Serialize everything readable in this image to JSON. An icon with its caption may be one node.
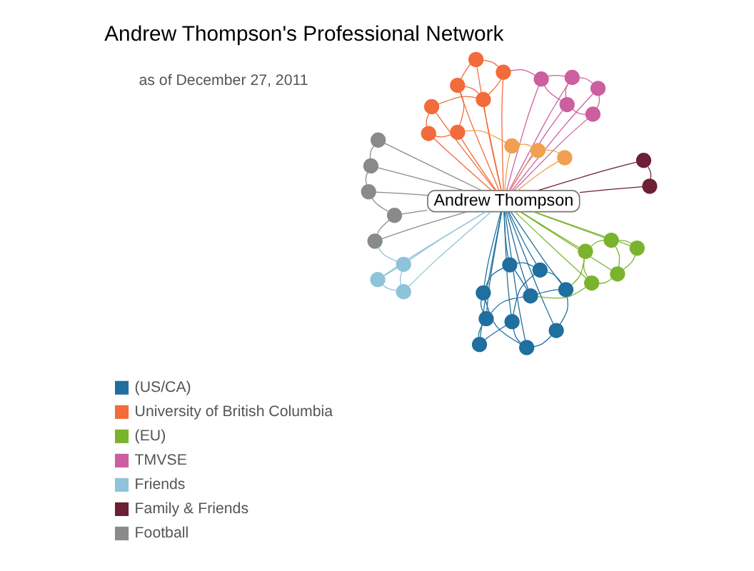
{
  "diagram": {
    "title": "Andrew Thompson's Professional Network",
    "nodes": [
      {
        "text": [
          "Andrew Thompson"
        ]
      },
      {
        "text": [],
        "shape": "circle"
      },
      {
        "text": [],
        "shape": "circle"
      },
      {
        "text": [],
        "shape": "circle"
      },
      {
        "text": [],
        "shape": "circle"
      },
      {
        "text": [],
        "shape": "circle"
      },
      {
        "text": [],
        "shape": "circle"
      },
      {
        "text": [],
        "shape": "circle"
      },
      {
        "text": [],
        "shape": "circle"
      },
      {
        "text": [],
        "shape": "circle"
      },
      {
        "text": [],
        "shape": "circle"
      },
      {
        "text": [],
        "shape": "circle"
      },
      {
        "text": [],
        "shape": "circle"
      },
      {
        "text": [],
        "shape": "circle"
      },
      {
        "text": [],
        "shape": "circle"
      },
      {
        "text": [],
        "shape": "circle"
      },
      {
        "text": [],
        "shape": "circle"
      },
      {
        "text": [],
        "shape": "circle"
      },
      {
        "text": [],
        "shape": "circle"
      },
      {
        "text": [],
        "shape": "circle"
      },
      {
        "text": [],
        "shape": "circle"
      },
      {
        "text": [],
        "shape": "circle"
      },
      {
        "text": [],
        "shape": "circle"
      },
      {
        "text": [],
        "shape": "circle"
      },
      {
        "text": [],
        "shape": "circle"
      },
      {
        "text": [],
        "shape": "circle"
      },
      {
        "text": [],
        "shape": "circle"
      },
      {
        "text": [],
        "shape": "circle"
      },
      {
        "text": [],
        "shape": "circle"
      },
      {
        "text": [],
        "shape": "circle"
      },
      {
        "text": [],
        "shape": "circle"
      },
      {
        "text": [],
        "shape": "circle"
      },
      {
        "text": [],
        "shape": "circle"
      },
      {
        "text": [],
        "shape": "circle"
      },
      {
        "text": [],
        "shape": "circle"
      },
      {
        "text": [],
        "shape": "circle"
      },
      {
        "text": [],
        "shape": "circle"
      },
      {
        "text": [],
        "shape": "circle"
      },
      {
        "text": [],
        "shape": "circle"
      },
      {
        "text": [],
        "shape": "circle"
      },
      {
        "text": [],
        "shape": "circle"
      }
    ],
    "edges": [
      {
        "from": 0,
        "to": 1,
        "arrow": "none"
      },
      {
        "from": 0,
        "to": 2,
        "arrow": "none"
      },
      {
        "from": 0,
        "to": 3,
        "arrow": "none"
      },
      {
        "from": 0,
        "to": 4,
        "arrow": "none"
      },
      {
        "from": 0,
        "to": 5,
        "arrow": "none"
      },
      {
        "from": 0,
        "to": 6,
        "arrow": "none"
      },
      {
        "from": 0,
        "to": 7,
        "arrow": "none"
      },
      {
        "from": 0,
        "to": 8,
        "arrow": "none"
      },
      {
        "from": 0,
        "to": 9,
        "arrow": "none"
      },
      {
        "from": 0,
        "to": 10,
        "arrow": "none"
      },
      {
        "from": 0,
        "to": 11,
        "arrow": "none",
        "color": "#7ab32e"
      },
      {
        "from": 0,
        "to": 12,
        "arrow": "none",
        "color": "#7ab32e"
      },
      {
        "from": 0,
        "to": 13,
        "arrow": "none",
        "color": "#7ab32e"
      },
      {
        "from": 0,
        "to": 14,
        "arrow": "none",
        "color": "#7ab32e"
      },
      {
        "from": 0,
        "to": 15,
        "arrow": "none",
        "color": "#7ab32e"
      },
      {
        "from": 0,
        "to": 16,
        "arrow": "none",
        "color": "#f26b3a"
      },
      {
        "from": 0,
        "to": 17,
        "arrow": "none",
        "color": "#f26b3a"
      },
      {
        "from": 0,
        "to": 18,
        "arrow": "none",
        "color": "#f26b3a"
      },
      {
        "from": 0,
        "to": 19,
        "arrow": "none",
        "color": "#f26b3a"
      },
      {
        "from": 0,
        "to": 20,
        "arrow": "none",
        "color": "#f26b3a"
      },
      {
        "from": 0,
        "to": 21,
        "arrow": "none",
        "color": "#f26b3a"
      },
      {
        "from": 0,
        "to": 22,
        "arrow": "none",
        "color": "#f26b3a"
      },
      {
        "from": 0,
        "to": 23,
        "arrow": "none",
        "color": "#cc5f9f"
      },
      {
        "from": 0,
        "to": 24,
        "arrow": "none",
        "color": "#cc5f9f"
      },
      {
        "from": 0,
        "to": 25,
        "arrow": "none",
        "color": "#cc5f9f"
      },
      {
        "from": 0,
        "to": 26,
        "arrow": "none",
        "color": "#cc5f9f"
      },
      {
        "from": 0,
        "to": 27,
        "arrow": "none",
        "color": "#cc5f9f"
      },
      {
        "from": 0,
        "to": 28,
        "arrow": "none",
        "color": "#f0a050"
      },
      {
        "from": 0,
        "to": 29,
        "arrow": "none",
        "color": "#f0a050"
      },
      {
        "from": 0,
        "to": 30,
        "arrow": "none",
        "color": "#f0a050"
      },
      {
        "from": 0,
        "to": 31,
        "arrow": "none",
        "color": "#8fc3d9"
      },
      {
        "from": 0,
        "to": 32,
        "arrow": "none",
        "color": "#8fc3d9"
      },
      {
        "from": 0,
        "to": 33,
        "arrow": "none",
        "color": "#8fc3d9"
      },
      {
        "from": 0,
        "to": 34,
        "arrow": "none",
        "color": "#6d1f36"
      },
      {
        "from": 0,
        "to": 35,
        "arrow": "none",
        "color": "#6d1f36"
      },
      {
        "from": 0,
        "to": 36,
        "arrow": "none",
        "color": "#8a8a8a"
      },
      {
        "from": 0,
        "to": 37,
        "arrow": "none",
        "color": "#8a8a8a"
      },
      {
        "from": 0,
        "to": 38,
        "arrow": "none",
        "color": "#8a8a8a"
      },
      {
        "from": 0,
        "to": 39,
        "arrow": "none",
        "color": "#8a8a8a"
      },
      {
        "from": 0,
        "to": 40,
        "arrow": "none",
        "color": "#8a8a8a"
      },
      {
        "from": 1,
        "to": 2,
        "arrow": "none"
      },
      {
        "from": 1,
        "to": 3,
        "arrow": "none"
      },
      {
        "from": 2,
        "to": 4,
        "arrow": "none"
      },
      {
        "from": 3,
        "to": 4,
        "arrow": "none"
      },
      {
        "from": 4,
        "to": 5,
        "arrow": "none"
      },
      {
        "from": 5,
        "to": 6,
        "arrow": "none"
      },
      {
        "from": 6,
        "to": 7,
        "arrow": "none"
      },
      {
        "from": 7,
        "to": 8,
        "arrow": "none"
      },
      {
        "from": 8,
        "to": 9,
        "arrow": "none"
      },
      {
        "from": 9,
        "to": 10,
        "arrow": "none"
      },
      {
        "from": 10,
        "to": 1,
        "arrow": "none"
      },
      {
        "from": 2,
        "to": 6,
        "arrow": "none"
      },
      {
        "from": 3,
        "to": 8,
        "arrow": "none"
      },
      {
        "from": 5,
        "to": 9,
        "arrow": "none"
      },
      {
        "from": 11,
        "to": 12,
        "arrow": "none",
        "color": "#7ab32e"
      },
      {
        "from": 12,
        "to": 13,
        "arrow": "none",
        "color": "#7ab32e"
      },
      {
        "from": 13,
        "to": 14,
        "arrow": "none",
        "color": "#7ab32e"
      },
      {
        "from": 14,
        "to": 15,
        "arrow": "none",
        "color": "#7ab32e"
      },
      {
        "from": 15,
        "to": 11,
        "arrow": "none",
        "color": "#7ab32e"
      },
      {
        "from": 11,
        "to": 13,
        "arrow": "none",
        "color": "#7ab32e"
      },
      {
        "from": 14,
        "to": 1,
        "arrow": "none",
        "color": "#7ab32e"
      },
      {
        "from": 15,
        "to": 2,
        "arrow": "none",
        "color": "#7ab32e"
      },
      {
        "from": 16,
        "to": 17,
        "arrow": "none",
        "color": "#f26b3a"
      },
      {
        "from": 17,
        "to": 18,
        "arrow": "none",
        "color": "#f26b3a"
      },
      {
        "from": 18,
        "to": 19,
        "arrow": "none",
        "color": "#f26b3a"
      },
      {
        "from": 19,
        "to": 20,
        "arrow": "none",
        "color": "#f26b3a"
      },
      {
        "from": 20,
        "to": 21,
        "arrow": "none",
        "color": "#f26b3a"
      },
      {
        "from": 21,
        "to": 22,
        "arrow": "none",
        "color": "#f26b3a"
      },
      {
        "from": 22,
        "to": 16,
        "arrow": "none",
        "color": "#f26b3a"
      },
      {
        "from": 16,
        "to": 19,
        "arrow": "none",
        "color": "#f26b3a"
      },
      {
        "from": 23,
        "to": 24,
        "arrow": "none",
        "color": "#cc5f9f"
      },
      {
        "from": 24,
        "to": 25,
        "arrow": "none",
        "color": "#cc5f9f"
      },
      {
        "from": 25,
        "to": 26,
        "arrow": "none",
        "color": "#cc5f9f"
      },
      {
        "from": 26,
        "to": 27,
        "arrow": "none",
        "color": "#cc5f9f"
      },
      {
        "from": 27,
        "to": 23,
        "arrow": "none",
        "color": "#cc5f9f"
      },
      {
        "from": 23,
        "to": 25,
        "arrow": "none",
        "color": "#cc5f9f"
      },
      {
        "from": 28,
        "to": 29,
        "arrow": "none",
        "color": "#f0a050"
      },
      {
        "from": 29,
        "to": 30,
        "arrow": "none",
        "color": "#f0a050"
      },
      {
        "from": 28,
        "to": 20,
        "arrow": "none",
        "color": "#f0a050"
      },
      {
        "from": 31,
        "to": 32,
        "arrow": "none",
        "color": "#8fc3d9"
      },
      {
        "from": 32,
        "to": 33,
        "arrow": "none",
        "color": "#8fc3d9"
      },
      {
        "from": 31,
        "to": 33,
        "arrow": "none",
        "color": "#8fc3d9"
      },
      {
        "from": 34,
        "to": 35,
        "arrow": "none",
        "color": "#6d1f36"
      },
      {
        "from": 36,
        "to": 37,
        "arrow": "none",
        "color": "#8a8a8a"
      },
      {
        "from": 37,
        "to": 38,
        "arrow": "none",
        "color": "#8a8a8a"
      },
      {
        "from": 38,
        "to": 39,
        "arrow": "none",
        "color": "#8a8a8a"
      },
      {
        "from": 39,
        "to": 40,
        "arrow": "none",
        "color": "#8a8a8a"
      },
      {
        "from": 24,
        "to": 17,
        "arrow": "none",
        "color": "#cc5f9f"
      },
      {
        "from": 31,
        "to": 36,
        "arrow": "none",
        "color": "#8fc3d9"
      }
    ],
    "labels": [
      "as of December 27, 2011"
    ],
    "legend": [
      {
        "text": "(US/CA)",
        "color": "#1f6f9f"
      },
      {
        "text": "University of British Columbia",
        "color": "#f26b3a"
      },
      {
        "text": "(EU)",
        "color": "#7ab32e"
      },
      {
        "text": "TMVSE",
        "color": "#cc5f9f"
      },
      {
        "text": "Friends",
        "color": "#8fc3d9"
      },
      {
        "text": "Family & Friends",
        "color": "#6d1f36"
      },
      {
        "text": "Football",
        "color": "#8a8a8a"
      }
    ]
  }
}
